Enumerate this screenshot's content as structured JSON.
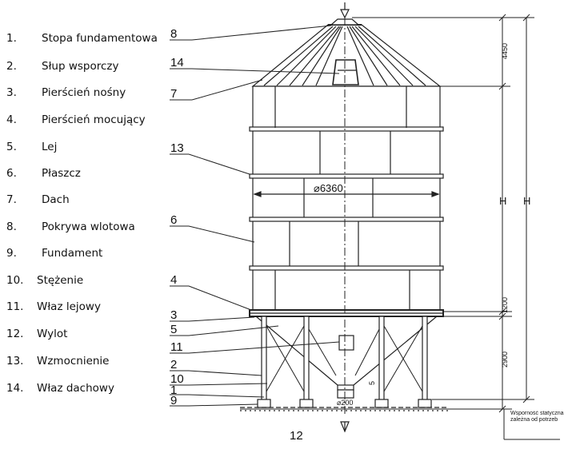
{
  "legend": [
    {
      "num": "1.",
      "name": "Stopa fundamentowa"
    },
    {
      "num": "2.",
      "name": "Słup wsporczy"
    },
    {
      "num": "3.",
      "name": "Pierścień nośny"
    },
    {
      "num": "4.",
      "name": "Pierścień mocujący"
    },
    {
      "num": "5.",
      "name": "Lej"
    },
    {
      "num": "6.",
      "name": "Płaszcz"
    },
    {
      "num": "7.",
      "name": "Dach"
    },
    {
      "num": "8.",
      "name": "Pokrywa wlotowa"
    },
    {
      "num": "9.",
      "name": "Fundament"
    },
    {
      "num": "10.",
      "name": "Stężenie"
    },
    {
      "num": "11.",
      "name": "Właz lejowy"
    },
    {
      "num": "12.",
      "name": "Wylot"
    },
    {
      "num": "13.",
      "name": "Wzmocnienie"
    },
    {
      "num": "14.",
      "name": "Właz dachowy"
    }
  ],
  "callouts": {
    "c8": "8",
    "c14": "14",
    "c7": "7",
    "c13": "13",
    "c6": "6",
    "c4": "4",
    "c3": "3",
    "c5": "5",
    "c11": "11",
    "c2": "2",
    "c10": "10",
    "c1": "1",
    "c9": "9",
    "c12": "12"
  },
  "dimensions": {
    "diameter": "⌀6360",
    "h_inner": "H",
    "h_outer": "H",
    "roof_dim": "4450",
    "ring_dim": "1200",
    "hopper_dim": "2900",
    "outlet_dim": "⌀200",
    "small_dim": "5"
  },
  "note": "Wsporność statyczna zależna od potrzeb"
}
